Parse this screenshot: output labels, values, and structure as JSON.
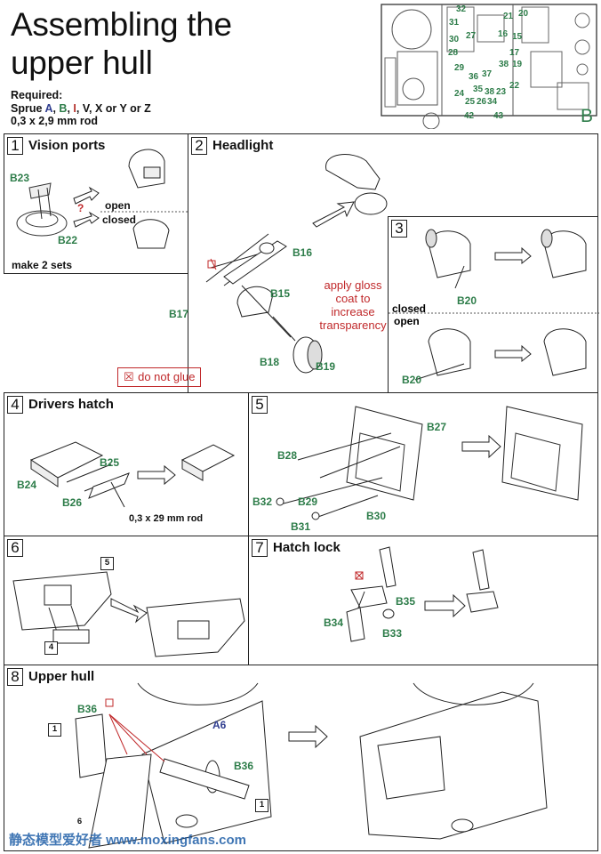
{
  "header": {
    "title_line1": "Assembling the",
    "title_line2": "upper hull",
    "required_label": "Required:",
    "sprue_prefix": "Sprue ",
    "sprue_A": "A",
    "sprue_B": "B",
    "sprue_I": "I",
    "sprue_rest": ", V, X or Y or Z",
    "rod": "0,3 x 2,9 mm rod",
    "sprue_letter": "B",
    "sprue_numbers": [
      "32",
      "31",
      "21",
      "20",
      "30",
      "27",
      "16",
      "15",
      "28",
      "17",
      "29",
      "38",
      "19",
      "36",
      "37",
      "22",
      "35",
      "38",
      "23",
      "24",
      "25",
      "26",
      "34",
      "42",
      "43"
    ]
  },
  "steps": {
    "s1": {
      "num": "1",
      "title": "Vision ports",
      "b23": "B23",
      "b22": "B22",
      "open": "open",
      "closed": "closed",
      "q": "?",
      "footer": "make 2 sets"
    },
    "s2": {
      "num": "2",
      "title": "Headlight",
      "b16": "B16",
      "b15": "B15",
      "b17": "B17",
      "b18": "B18",
      "b19": "B19",
      "note": "apply gloss coat to increase transparency",
      "noglue": "do not glue"
    },
    "s3": {
      "num": "3",
      "b20a": "B20",
      "b20b": "B20",
      "closed": "closed",
      "open": "open"
    },
    "s4": {
      "num": "4",
      "title": "Drivers hatch",
      "b25": "B25",
      "b24": "B24",
      "b26": "B26",
      "rod": "0,3 x 29 mm rod"
    },
    "s5": {
      "num": "5",
      "b27": "B27",
      "b28": "B28",
      "b29": "B29",
      "b32": "B32",
      "b31": "B31",
      "b30": "B30"
    },
    "s6": {
      "num": "6",
      "ref5": "5",
      "ref4": "4"
    },
    "s7": {
      "num": "7",
      "title": "Hatch lock",
      "b35": "B35",
      "b34": "B34",
      "b33": "B33"
    },
    "s8": {
      "num": "8",
      "title": "Upper hull",
      "b36a": "B36",
      "b36b": "B36",
      "a6": "A6",
      "ref1a": "1",
      "ref1b": "1",
      "ref6": "6"
    }
  },
  "watermark": "静态模型爱好者 www.moxingfans.com"
}
